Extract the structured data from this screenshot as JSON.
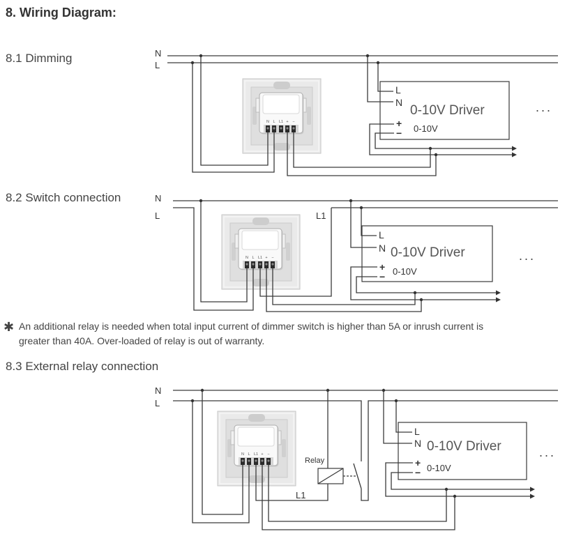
{
  "page_title": "8. Wiring Diagram:",
  "dimming": {
    "heading": "8.1 Dimming",
    "mains": {
      "n": "N",
      "l": "L"
    },
    "module_terminals": [
      "N",
      "L",
      "L1",
      "+",
      "−"
    ],
    "driver": {
      "l": "L",
      "n": "N",
      "name": "0-10V Driver",
      "plus": "+",
      "minus": "−",
      "signal": "0-10V"
    },
    "more": "..."
  },
  "switch_connection": {
    "heading": "8.2 Switch connection",
    "mains": {
      "n": "N",
      "l": "L"
    },
    "l1": "L1",
    "module_terminals": [
      "N",
      "L",
      "L1",
      "+",
      "−"
    ],
    "driver": {
      "l": "L",
      "n": "N",
      "name": "0-10V Driver",
      "plus": "+",
      "minus": "−",
      "signal": "0-10V"
    },
    "more": "..."
  },
  "note": {
    "symbol": "✱",
    "lines": [
      "An additional relay is needed when total input current of dimmer switch is higher than 5A or inrush current is",
      "greater than 40A. Over-loaded of relay is out of warranty."
    ]
  },
  "external_relay": {
    "heading": "8.3 External relay connection",
    "mains": {
      "n": "N",
      "l": "L"
    },
    "relay": "Relay",
    "l1": "L1",
    "module_terminals": [
      "N",
      "L",
      "L1",
      "+",
      "−"
    ],
    "driver": {
      "l": "L",
      "n": "N",
      "name": "0-10V Driver",
      "plus": "+",
      "minus": "−",
      "signal": "0-10V"
    },
    "more": "..."
  }
}
